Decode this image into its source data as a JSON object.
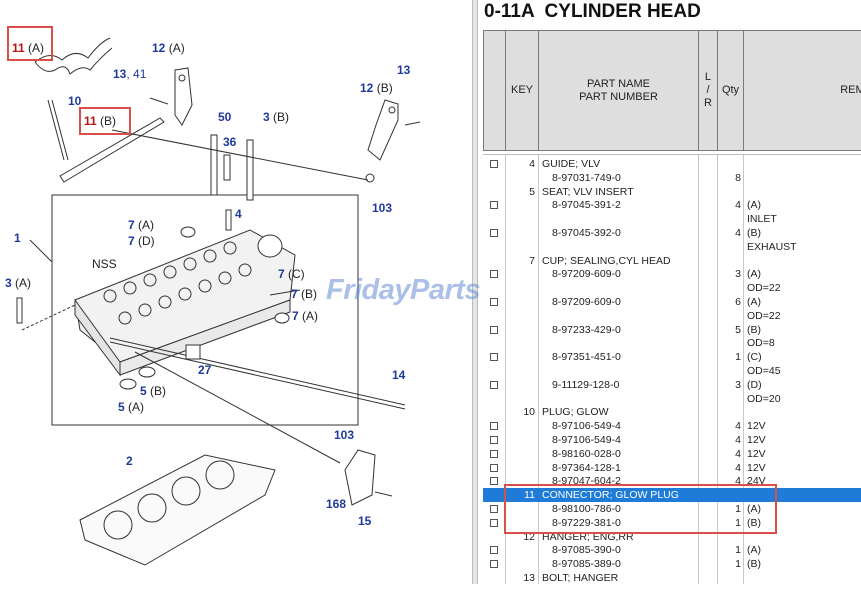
{
  "title": "0-11A  CYLINDER HEAD",
  "columns": {
    "key": "KEY",
    "part_name": "PART NAME",
    "part_number": "PART NUMBER",
    "lr_l": "L",
    "lr_slash": "/",
    "lr_r": "R",
    "qty": "Qty",
    "remarks": "REMA"
  },
  "watermark": {
    "main": "FridayParts",
    "suffix": ""
  },
  "diagram": {
    "callouts": [
      {
        "num": "11",
        "side": "(A)",
        "highlight": true
      },
      {
        "num": "11",
        "side": "(B)",
        "highlight": true
      },
      {
        "num": "10",
        "side": ""
      },
      {
        "num": "12",
        "side": "(A)"
      },
      {
        "num": "13",
        "side": ", 41"
      },
      {
        "num": "12",
        "side": "(B)"
      },
      {
        "num": "13",
        "side": ""
      },
      {
        "num": "50",
        "side": ""
      },
      {
        "num": "36",
        "side": ""
      },
      {
        "num": "3",
        "side": "(B)"
      },
      {
        "num": "4",
        "side": ""
      },
      {
        "num": "103",
        "side": ""
      },
      {
        "num": "1",
        "side": ""
      },
      {
        "num": "7",
        "side": "(A)"
      },
      {
        "num": "7",
        "side": "(D)"
      },
      {
        "num": "NSS",
        "side": ""
      },
      {
        "num": "7",
        "side": "(C)"
      },
      {
        "num": "7",
        "side": "(B)"
      },
      {
        "num": "7",
        "side": "(A)"
      },
      {
        "num": "3",
        "side": "(A)"
      },
      {
        "num": "27",
        "side": ""
      },
      {
        "num": "5",
        "side": "(B)"
      },
      {
        "num": "5",
        "side": "(A)"
      },
      {
        "num": "14",
        "side": ""
      },
      {
        "num": "103",
        "side": ""
      },
      {
        "num": "2",
        "side": ""
      },
      {
        "num": "168",
        "side": ""
      },
      {
        "num": "15",
        "side": ""
      }
    ]
  },
  "rows": [
    {
      "key": "4",
      "name": "GUIDE; VLV",
      "number": "",
      "qty": "",
      "remark": "",
      "checkbox": true
    },
    {
      "key": "",
      "name": "",
      "number": "8-97031-749-0",
      "qty": "8",
      "remark": "",
      "checkbox": false
    },
    {
      "key": "5",
      "name": "SEAT; VLV INSERT",
      "number": "",
      "qty": "",
      "remark": "",
      "checkbox": false
    },
    {
      "key": "",
      "name": "",
      "number": "8-97045-391-2",
      "qty": "4",
      "remark": "(A)",
      "checkbox": true
    },
    {
      "key": "",
      "name": "",
      "number": "",
      "qty": "",
      "remark": "INLET",
      "checkbox": false
    },
    {
      "key": "",
      "name": "",
      "number": "8-97045-392-0",
      "qty": "4",
      "remark": "(B)",
      "checkbox": true
    },
    {
      "key": "",
      "name": "",
      "number": "",
      "qty": "",
      "remark": "EXHAUST",
      "checkbox": false
    },
    {
      "key": "7",
      "name": "CUP; SEALING,CYL HEAD",
      "number": "",
      "qty": "",
      "remark": "",
      "checkbox": false
    },
    {
      "key": "",
      "name": "",
      "number": "8-97209-609-0",
      "qty": "3",
      "remark": "(A)",
      "checkbox": true
    },
    {
      "key": "",
      "name": "",
      "number": "",
      "qty": "",
      "remark": "OD=22",
      "checkbox": false
    },
    {
      "key": "",
      "name": "",
      "number": "8-97209-609-0",
      "qty": "6",
      "remark": "(A)",
      "checkbox": true
    },
    {
      "key": "",
      "name": "",
      "number": "",
      "qty": "",
      "remark": "OD=22",
      "checkbox": false
    },
    {
      "key": "",
      "name": "",
      "number": "8-97233-429-0",
      "qty": "5",
      "remark": "(B)",
      "checkbox": true
    },
    {
      "key": "",
      "name": "",
      "number": "",
      "qty": "",
      "remark": "OD=8",
      "checkbox": false
    },
    {
      "key": "",
      "name": "",
      "number": "8-97351-451-0",
      "qty": "1",
      "remark": "(C)",
      "checkbox": true
    },
    {
      "key": "",
      "name": "",
      "number": "",
      "qty": "",
      "remark": "OD=45",
      "checkbox": false
    },
    {
      "key": "",
      "name": "",
      "number": "9-11129-128-0",
      "qty": "3",
      "remark": "(D)",
      "checkbox": true
    },
    {
      "key": "",
      "name": "",
      "number": "",
      "qty": "",
      "remark": "OD=20",
      "checkbox": false
    },
    {
      "key": "10",
      "name": "PLUG; GLOW",
      "number": "",
      "qty": "",
      "remark": "",
      "checkbox": false
    },
    {
      "key": "",
      "name": "",
      "number": "8-97106-549-4",
      "qty": "4",
      "remark": "12V",
      "checkbox": true
    },
    {
      "key": "",
      "name": "",
      "number": "8-97106-549-4",
      "qty": "4",
      "remark": "12V",
      "checkbox": true
    },
    {
      "key": "",
      "name": "",
      "number": "8-98160-028-0",
      "qty": "4",
      "remark": "12V",
      "checkbox": true
    },
    {
      "key": "",
      "name": "",
      "number": "8-97364-128-1",
      "qty": "4",
      "remark": "12V",
      "checkbox": true
    },
    {
      "key": "",
      "name": "",
      "number": "8-97047-604-2",
      "qty": "4",
      "remark": "24V",
      "checkbox": true
    },
    {
      "key": "11",
      "name": "CONNECTOR; GLOW PLUG",
      "number": "",
      "qty": "",
      "remark": "",
      "checkbox": false,
      "selected": true
    },
    {
      "key": "",
      "name": "",
      "number": "8-98100-786-0",
      "qty": "1",
      "remark": "(A)",
      "checkbox": true
    },
    {
      "key": "",
      "name": "",
      "number": "8-97229-381-0",
      "qty": "1",
      "remark": "(B)",
      "checkbox": true
    },
    {
      "key": "12",
      "name": "HANGER; ENG,RR",
      "number": "",
      "qty": "",
      "remark": "",
      "checkbox": false
    },
    {
      "key": "",
      "name": "",
      "number": "8-97085-390-0",
      "qty": "1",
      "remark": "(A)",
      "checkbox": true
    },
    {
      "key": "",
      "name": "",
      "number": "8-97085-389-0",
      "qty": "1",
      "remark": "(B)",
      "checkbox": true
    },
    {
      "key": "13",
      "name": "BOLT; HANGER",
      "number": "",
      "qty": "",
      "remark": "",
      "checkbox": false
    }
  ],
  "colors": {
    "selected_row": "#1e7bd8",
    "highlight_box": "#d9504a",
    "callout": "#1f3a9a"
  }
}
